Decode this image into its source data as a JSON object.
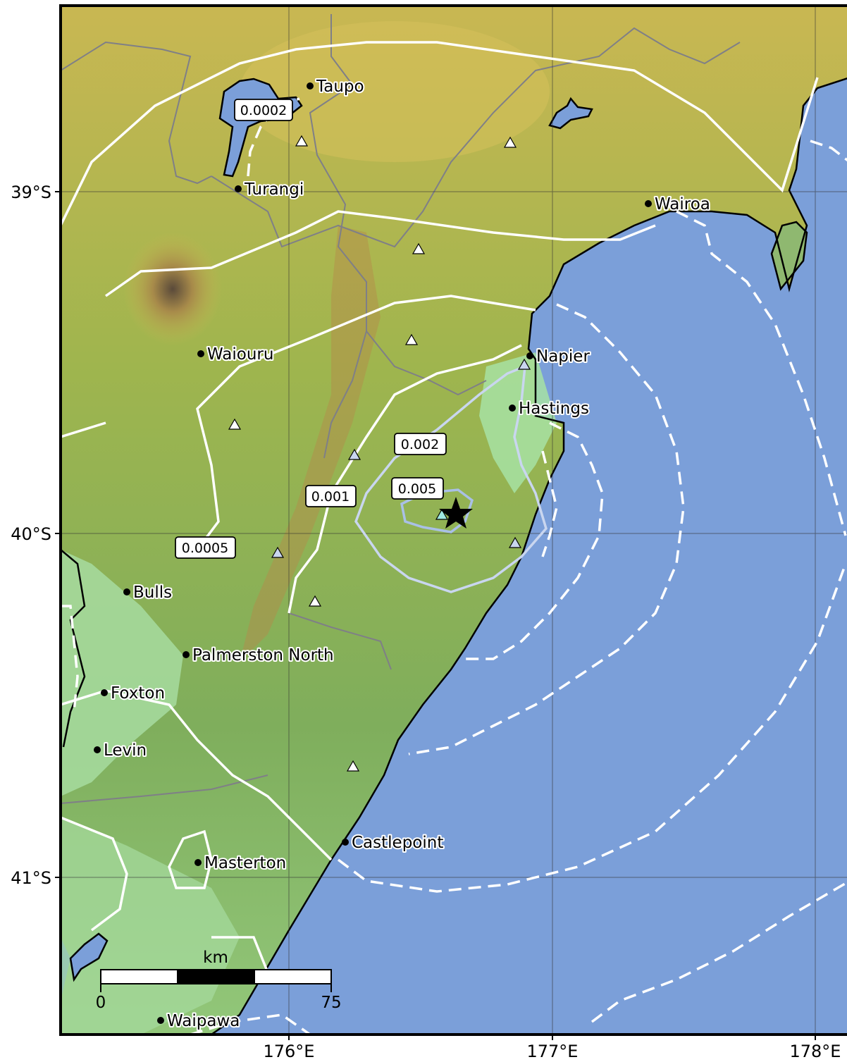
{
  "axes": {
    "y_ticks": [
      "39°S",
      "40°S",
      "41°S"
    ],
    "x_ticks": [
      "176°E",
      "177°E",
      "178°E"
    ]
  },
  "cities": [
    {
      "name": "Taupo"
    },
    {
      "name": "Turangi"
    },
    {
      "name": "Wairoa"
    },
    {
      "name": "Waiouru"
    },
    {
      "name": "Napier"
    },
    {
      "name": "Hastings"
    },
    {
      "name": "Bulls"
    },
    {
      "name": "Palmerston North"
    },
    {
      "name": "Foxton"
    },
    {
      "name": "Levin"
    },
    {
      "name": "Castlepoint"
    },
    {
      "name": "Masterton"
    },
    {
      "name": "Waipawa"
    }
  ],
  "contour_labels": [
    "0.0002",
    "0.0005",
    "0.001",
    "0.002",
    "0.005"
  ],
  "scale_bar": {
    "unit": "km",
    "start": "0",
    "end": "75"
  },
  "colors": {
    "ocean": "#7b9fd9",
    "land_low": "#a8e8a6",
    "land_mid": "#86b85c",
    "land_high": "#c8b450",
    "contour": "#ffffff",
    "contour_inner": "#c9d6ef",
    "epicenter": "#000000"
  }
}
